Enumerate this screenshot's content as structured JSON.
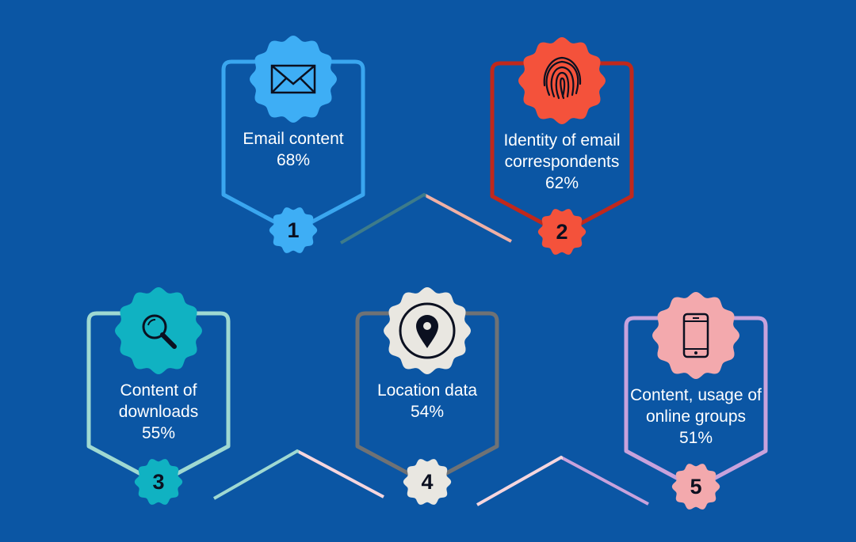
{
  "items": [
    {
      "label": "Email content",
      "value": "68%",
      "number": "1",
      "icon": "envelope-icon",
      "frame_color": "#3aa6ef",
      "badge_color": "#3eaef5"
    },
    {
      "label": "Identity of email correspondents",
      "value": "62%",
      "number": "2",
      "icon": "fingerprint-icon",
      "frame_color": "#c0281c",
      "badge_color": "#f4523b"
    },
    {
      "label": "Content of downloads",
      "value": "55%",
      "number": "3",
      "icon": "magnifier-icon",
      "frame_color": "#9fd9d2",
      "badge_color": "#10b2c2"
    },
    {
      "label": "Location data",
      "value": "54%",
      "number": "4",
      "icon": "location-pin-icon",
      "frame_color": "#6f7275",
      "badge_color": "#e9e7e1"
    },
    {
      "label": "Content, usage of online groups",
      "value": "51%",
      "number": "5",
      "icon": "smartphone-icon",
      "frame_color": "#c8a2dc",
      "badge_color": "#f3a9ad"
    }
  ],
  "connectors": [
    {
      "color_a": "#3d7b8a",
      "color_b": "#f0b0a5"
    },
    {
      "color_a": "#9fd9d2",
      "color_b": "#f6d6de"
    },
    {
      "color_a": "#f6d6de",
      "color_b": "#c8a2dc"
    }
  ]
}
